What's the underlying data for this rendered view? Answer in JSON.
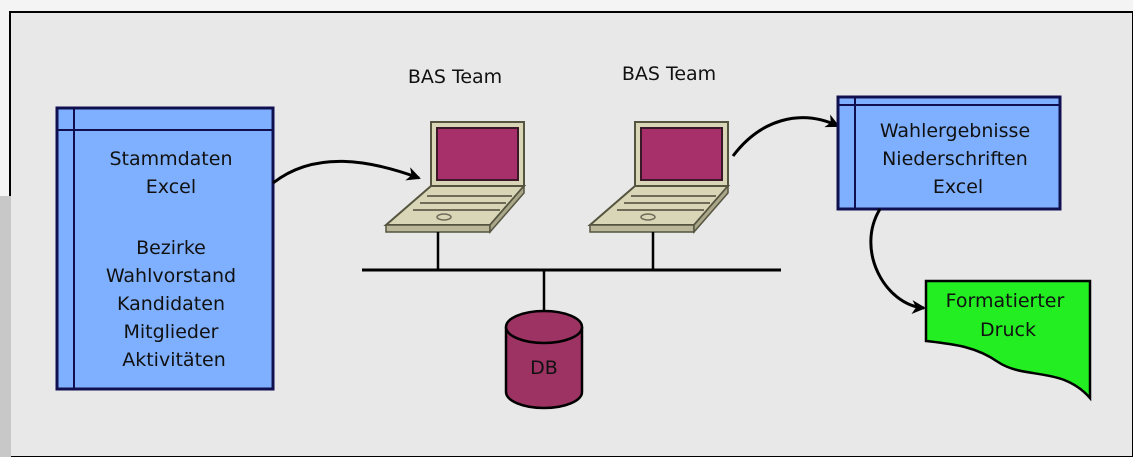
{
  "diagram": {
    "colors": {
      "frame_bg": "#e8e8e8",
      "frame_border": "#000000",
      "left_strip": "#c8c8c8",
      "box_fill": "#7fb0ff",
      "box_border": "#101050",
      "screen_fill": "#a8306a",
      "laptop_body": "#d9d6b8",
      "db_fill": "#9c3363",
      "print_fill": "#22ee22",
      "line": "#000000"
    },
    "source_box": {
      "lines": [
        "Stammdaten",
        "Excel",
        "",
        "Bezirke",
        "Wahlvorstand",
        "Kandidaten",
        "Mitglieder",
        "Aktivitäten"
      ]
    },
    "laptops": [
      {
        "label": "BAS Team",
        "icon": "laptop-icon"
      },
      {
        "label": "BAS Team",
        "icon": "laptop-icon"
      }
    ],
    "database": {
      "label": "DB",
      "icon": "database-icon"
    },
    "result_box": {
      "lines": [
        "Wahlergebnisse",
        "Niederschriften",
        "Excel"
      ]
    },
    "print_doc": {
      "lines": [
        "Formatierter",
        "Druck"
      ],
      "icon": "document-icon"
    }
  }
}
